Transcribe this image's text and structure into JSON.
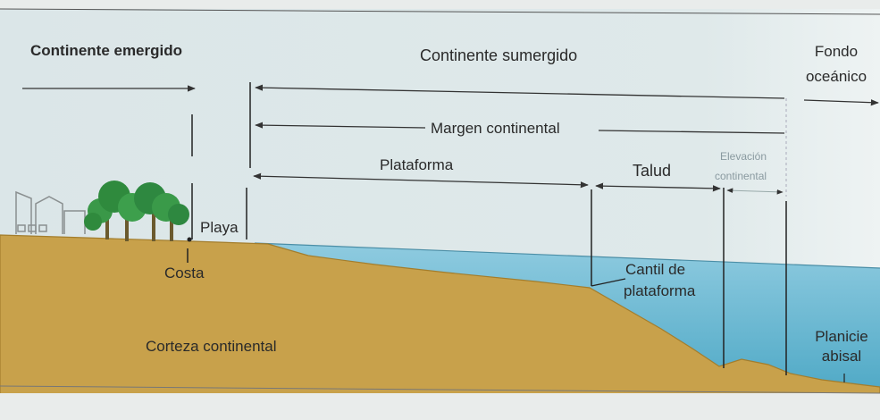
{
  "labels": {
    "continente_emergido": "Continente emergido",
    "continente_sumergido": "Continente sumergido",
    "fondo_oceanico_1": "Fondo",
    "fondo_oceanico_2": "oceánico",
    "margen_continental": "Margen continental",
    "plataforma": "Plataforma",
    "talud": "Talud",
    "elevacion_1": "Elevación",
    "elevacion_2": "continental",
    "playa": "Playa",
    "costa": "Costa",
    "cantil_1": "Cantil de",
    "cantil_2": "plataforma",
    "corteza_continental": "Corteza continental",
    "planicie_1": "Planicie",
    "planicie_2": "abisal"
  },
  "colors": {
    "sky": "#dde7e8",
    "crust": "#c9a24a",
    "crust_edge": "#a8832f",
    "ocean": "#6bbad2",
    "ocean_light": "#aad6e3",
    "tree": "#3d9a4a",
    "tree_dark": "#2e7d3a",
    "line": "#333333"
  }
}
